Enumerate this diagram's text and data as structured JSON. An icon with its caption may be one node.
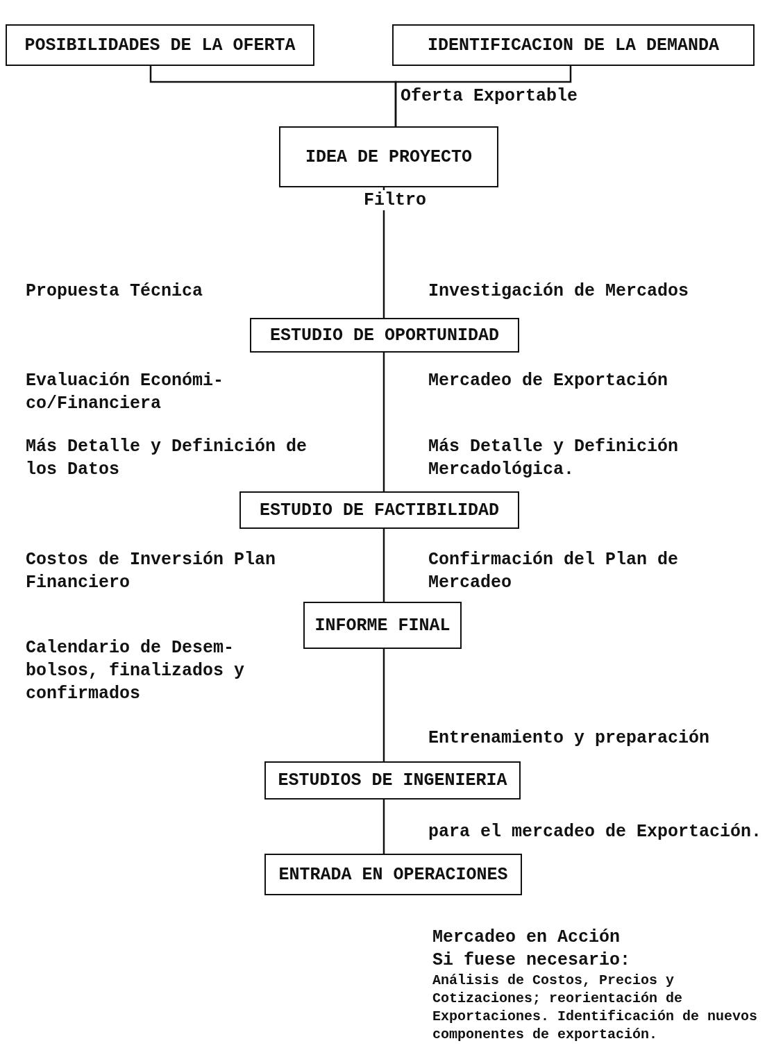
{
  "diagram": {
    "nodes": [
      {
        "text": [
          "POSIBILIDADES DE LA OFERTA"
        ]
      },
      {
        "text": [
          "IDENTIFICACION DE LA DEMANDA"
        ]
      },
      {
        "text": [
          "IDEA DE PROYECTO"
        ]
      },
      {
        "text": [
          "ESTUDIO DE OPORTUNIDAD"
        ]
      },
      {
        "text": [
          "ESTUDIO DE FACTIBILIDAD"
        ]
      },
      {
        "text": [
          "INFORME FINAL"
        ]
      },
      {
        "text": [
          "ESTUDIOS DE INGENIERIA"
        ]
      },
      {
        "text": [
          "ENTRADA EN OPERACIONES"
        ]
      }
    ],
    "edges": [
      {
        "from": 0,
        "to": 2,
        "arrow": "none"
      },
      {
        "from": 1,
        "to": 2,
        "arrow": "none"
      },
      {
        "from": 2,
        "to": 3,
        "arrow": "none",
        "label": "Filtro"
      },
      {
        "from": 3,
        "to": 4,
        "arrow": "none"
      },
      {
        "from": 4,
        "to": 5,
        "arrow": "none"
      },
      {
        "from": 5,
        "to": 6,
        "arrow": "none"
      },
      {
        "from": 6,
        "to": 7,
        "arrow": "none"
      }
    ],
    "labels": [
      "Oferta Exportable",
      "Propuesta Técnica",
      "Investigación de Mercados",
      "Evaluación Económi- co/Financiera",
      "Mercadeo de Exportación",
      "Más Detalle y Definición de los Datos",
      "Más Detalle y Definición Mercadológica.",
      "Costos de Inversión Plan Financiero",
      "Confirmación del Plan de Mercadeo",
      "Calendario de Desem- bolsos, finalizados y confirmados",
      "Entrenamiento y preparación",
      "para el mercadeo de Exportación.",
      "Mercadeo en Acción",
      "Si fuese necesario:",
      "Análisis de Costos, Precios y Cotizaciones; reorientación de Exportaciones. Identificación de nuevos componentes de exportación."
    ]
  }
}
